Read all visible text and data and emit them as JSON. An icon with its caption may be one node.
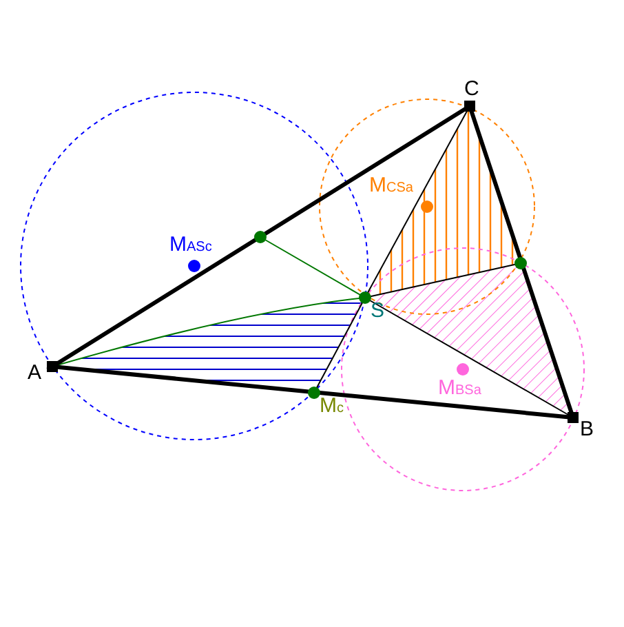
{
  "diagram": {
    "labels": [
      "C",
      "M$_{CSa}$",
      "M$_{ASc}$",
      "S",
      "A",
      "M$_{c}$",
      "M$_{BSa}$",
      "B"
    ]
  }
}
